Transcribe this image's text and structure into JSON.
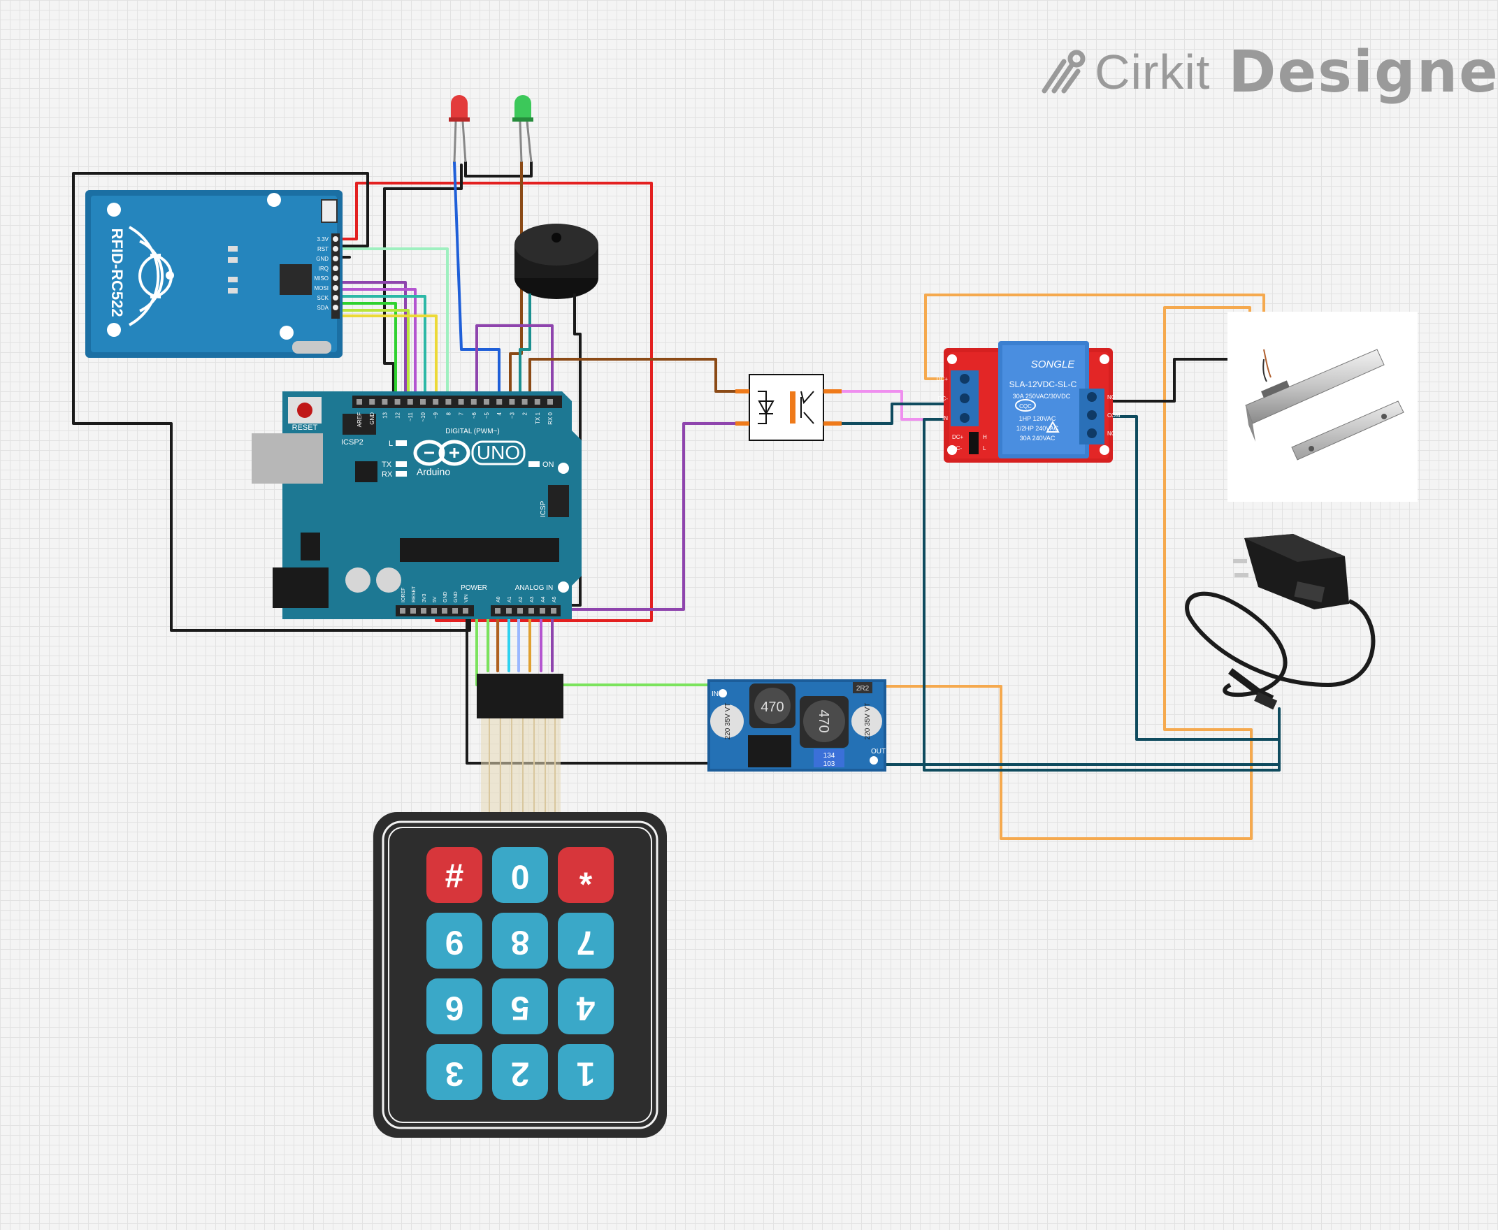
{
  "branding": {
    "brand_part1": "Cirkit",
    "brand_part2": "Designer",
    "logo_icon": "cirkit-logo-icon"
  },
  "rfid": {
    "label": "RFID-RC522",
    "pins": [
      "3.3V",
      "RST",
      "GND",
      "IRQ",
      "MISO",
      "MOSI",
      "SCK",
      "SDA"
    ]
  },
  "arduino": {
    "brand": "Arduino",
    "model": "UNO",
    "reset_label": "RESET",
    "icsp2_label": "ICSP2",
    "icsp_label": "ICSP",
    "digital_label": "DIGITAL (PWM~)",
    "power_label": "POWER",
    "analog_label": "ANALOG IN",
    "led_l": "L",
    "led_tx": "TX",
    "led_rx": "RX",
    "led_on": "ON",
    "top_pins": [
      "AREF",
      "GND",
      "13",
      "12",
      "~11",
      "~10",
      "~9",
      "8",
      "7",
      "~6",
      "~5",
      "4",
      "~3",
      "2",
      "TX 1",
      "RX 0"
    ],
    "power_pins": [
      "IOREF",
      "RESET",
      "3V3",
      "5V",
      "GND",
      "GND",
      "VIN"
    ],
    "analog_pins": [
      "A0",
      "A1",
      "A2",
      "A3",
      "A4",
      "A5"
    ]
  },
  "relay": {
    "brand": "SONGLE",
    "model": "SLA-12VDC-SL-C",
    "rating1": "30A 250VAC/30VDC",
    "rating2": "1HP 120VAC",
    "rating3": "1/2HP 240VAC",
    "rating4": "30A 240VAC",
    "cert": "CQC",
    "left_pins": [
      "DC+",
      "DC-",
      "IN"
    ],
    "right_pins": [
      "NO",
      "COM",
      "NC"
    ],
    "jumper_labels": [
      "DC+",
      "DC-"
    ],
    "jumper_states": [
      "H",
      "L"
    ]
  },
  "buck": {
    "inductor1": "470",
    "inductor2": "470",
    "cap1": "220 35V VT",
    "cap2": "220 35V VT",
    "pot": "103",
    "code": "134",
    "res": "2R2",
    "in_label": "IN",
    "out_label": "OUT"
  },
  "keypad": {
    "keys": [
      "#",
      "0",
      "*",
      "9",
      "8",
      "7",
      "6",
      "5",
      "4",
      "3",
      "2",
      "1"
    ]
  },
  "colors": {
    "red_wire": "#e32020",
    "black_wire": "#1a1a1a",
    "blue_wire": "#1f5fd8",
    "brown_wire": "#8b4a16",
    "orange_wire": "#f5a94e",
    "teal_wire": "#0f4b5e",
    "purple_wire": "#8e44ad",
    "lime_wire": "#7be35d",
    "pink_wire": "#ef8fef",
    "arduino_blue": "#1d7893",
    "keypad_blue": "#3aa8c8",
    "keypad_red": "#d7363b"
  }
}
